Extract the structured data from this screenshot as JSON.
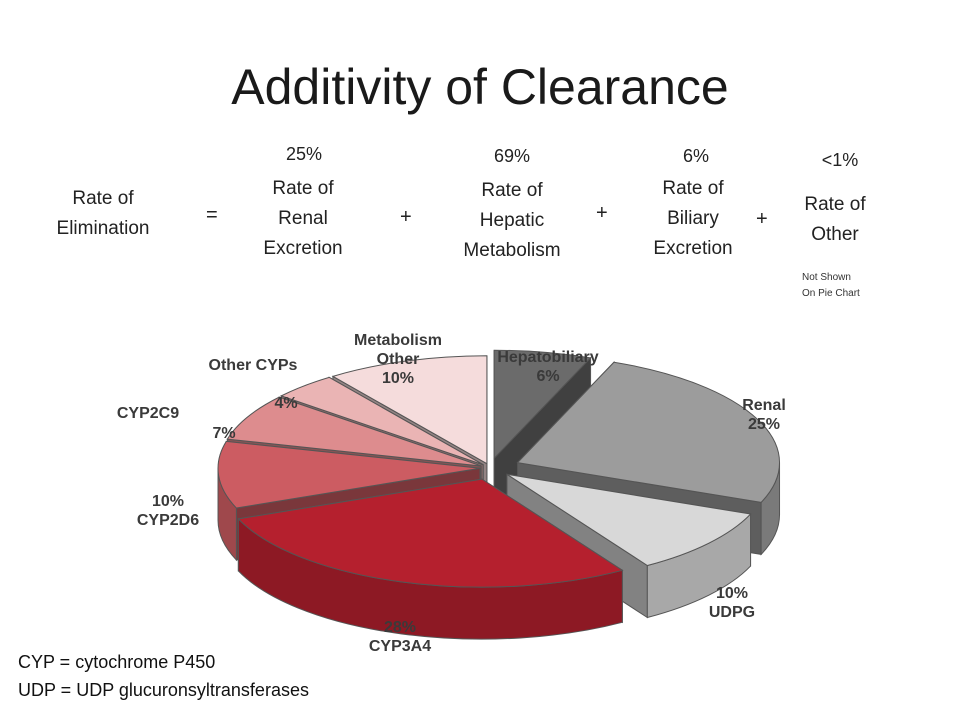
{
  "slide": {
    "title": "Additivity of Clearance"
  },
  "equation": {
    "lhs": [
      "Rate of",
      "Elimination"
    ],
    "equals": "=",
    "terms": [
      {
        "percent": "25%",
        "lines": [
          "Rate of",
          "Renal",
          "Excretion"
        ]
      },
      {
        "percent": "69%",
        "lines": [
          "Rate of",
          "Hepatic",
          "Metabolism"
        ]
      },
      {
        "percent": "6%",
        "lines": [
          "Rate of",
          "Biliary",
          "Excretion"
        ]
      },
      {
        "percent": "<1%",
        "lines": [
          "Rate of",
          "Other"
        ]
      }
    ],
    "plus": "+",
    "note": [
      "Not Shown",
      "On Pie Chart"
    ]
  },
  "legend": {
    "cyp": "CYP = cytochrome P450",
    "udp": "UDP = UDP glucuronsyltransferases"
  },
  "chart_data": {
    "type": "pie",
    "title": "",
    "slices": [
      {
        "label": "Hepatobiliary",
        "value": 6,
        "text": "Hepatobiliary 6%",
        "color": "#6b6b6b"
      },
      {
        "label": "Renal",
        "value": 25,
        "text": "Renal 25%",
        "color": "#9c9c9c"
      },
      {
        "label": "UDPG",
        "value": 10,
        "text": "10% UDPG",
        "color": "#d8d8d8"
      },
      {
        "label": "CYP3A4",
        "value": 28,
        "text": "28% CYP3A4",
        "color": "#b5202e"
      },
      {
        "label": "CYP2D6",
        "value": 10,
        "text": "10% CYP2D6",
        "color": "#cc5c62"
      },
      {
        "label": "CYP2C9",
        "value": 7,
        "text": "CYP2C9 7%",
        "color": "#dd8c8e"
      },
      {
        "label": "Other CYPs",
        "value": 4,
        "text": "Other CYPs 4%",
        "color": "#eab4b4"
      },
      {
        "label": "Metabolism Other",
        "value": 10,
        "text": "Metabolism Other 10%",
        "color": "#f5dcdc"
      }
    ]
  }
}
